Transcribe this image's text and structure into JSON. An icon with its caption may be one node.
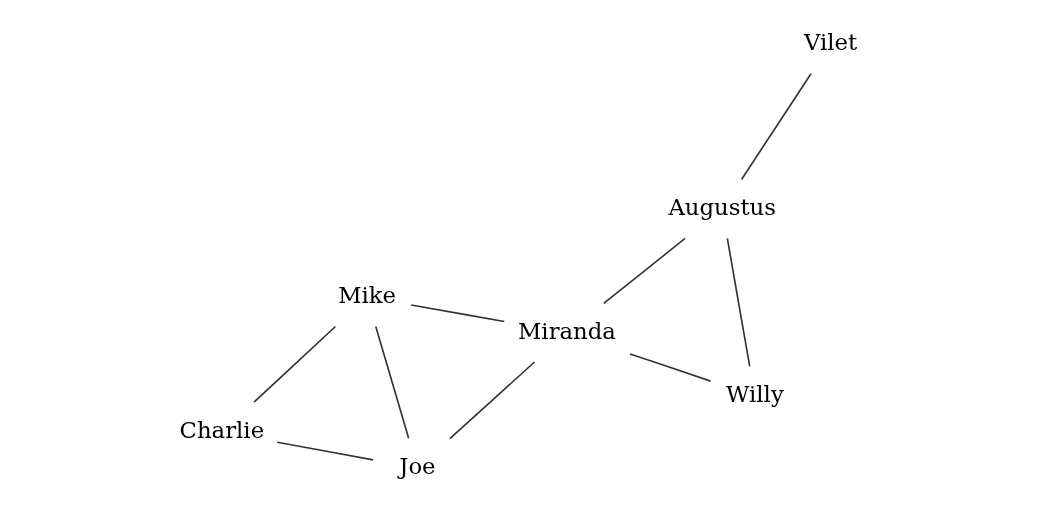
{
  "diagram": {
    "nodes": [
      {
        "text": [
          "Miranda"
        ]
      },
      {
        "text": [
          "Joe"
        ]
      },
      {
        "text": [
          "Willy"
        ]
      },
      {
        "text": [
          "Charlie"
        ]
      },
      {
        "text": [
          "Augustus"
        ]
      },
      {
        "text": [
          "Vilet"
        ]
      },
      {
        "text": [
          "Mike"
        ]
      }
    ],
    "edges": [
      {
        "from": 0,
        "to": 1,
        "arrow": "none"
      },
      {
        "from": 0,
        "to": 2,
        "arrow": "none"
      },
      {
        "from": 0,
        "to": 6,
        "arrow": "none"
      },
      {
        "from": 0,
        "to": 4,
        "arrow": "none"
      },
      {
        "from": 1,
        "to": 3,
        "arrow": "none"
      },
      {
        "from": 1,
        "to": 6,
        "arrow": "none"
      },
      {
        "from": 2,
        "to": 4,
        "arrow": "none"
      },
      {
        "from": 4,
        "to": 5,
        "arrow": "none"
      },
      {
        "from": 3,
        "to": 6,
        "arrow": "none"
      }
    ]
  }
}
